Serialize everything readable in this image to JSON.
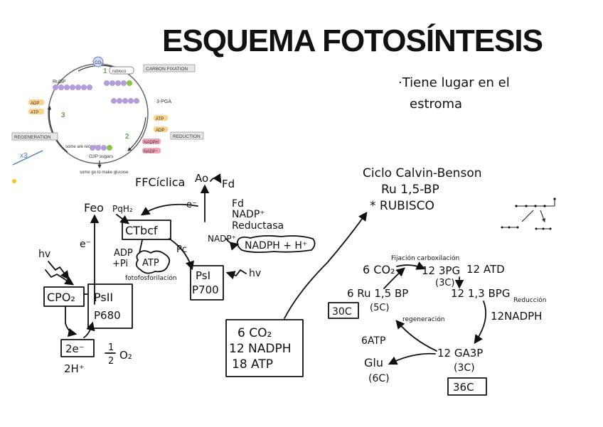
{
  "title": "ESQUEMA FOTOSÍNTESIS",
  "note": {
    "line1": "·Tiene lugar en el",
    "line2": "estroma"
  },
  "calvin_image": {
    "co2": "CO₂",
    "rubisco": "rubisco",
    "carbon_fixation": "CARBON FIXATION",
    "rubp": "RuBP",
    "pga": "3-PGA",
    "adp": "ADP",
    "atp": "ATP",
    "nadph": "NADPH",
    "nadp": "NADP⁺",
    "reduction": "REDUCTION",
    "regeneration": "REGENERATION",
    "some_recycled": "some are recycled",
    "g3p": "G3P sugars",
    "some_go": "some go to make glucose",
    "x3": "x3",
    "step1": "1",
    "step2": "2",
    "step3": "3"
  },
  "light_phase": {
    "ffc": "FFCíclica",
    "ao": "Ao",
    "fd_top": "Fd",
    "feo": "Feo",
    "pqh2": "PqH₂",
    "e_minus_1": "e⁻",
    "e_minus_2": "e⁻",
    "fd_nadp_1": "Fd",
    "fd_nadp_2": "NADP⁺",
    "fd_nadp_3": "Reductasa",
    "nadp_plus": "NADP⁺",
    "nadph_h": "NADPH + H⁺",
    "ctbcf": "CTbcf",
    "pc": "Pc",
    "adp_pi_1": "ADP",
    "adp_pi_2": "+Pi",
    "atp": "ATP",
    "fotofosforilacion": "fotofosforilación",
    "psi_1": "PsI",
    "psi_2": "P700",
    "hv_right": "hv",
    "hv_left": "hv",
    "cpo2": "CPO₂",
    "psii_1": "PsII",
    "psii_2": "P680",
    "two_e": "2e⁻",
    "two_h": "2H⁺",
    "half_o2_num": "1",
    "half_o2_den": "2",
    "o2": "O₂"
  },
  "summary_box": {
    "line1": "6 CO₂",
    "line2": "12 NADPH",
    "line3": "18 ATP"
  },
  "calvin_cycle": {
    "title1": "Ciclo Calvin-Benson",
    "title2": "Ru 1,5-BP",
    "title3": "* RUBISCO",
    "fijacion": "Fijación carboxilación",
    "co2": "6 CO₂",
    "bpg12": "12 3PG",
    "c3a": "(3C)",
    "atd": "12 ATD",
    "rubp": "6 Ru 1,5 BP",
    "c5": "(5C)",
    "box30": "30C",
    "bpg13": "12 1,3 BPG",
    "reduccion": "Reducción",
    "regeneracion": "regeneración",
    "nadph12": "12NADPH",
    "atp6": "6ATP",
    "ga3p": "12 GA3P",
    "c3b": "(3C)",
    "box36": "36C",
    "glu": "Glu",
    "c6": "(6C)"
  }
}
